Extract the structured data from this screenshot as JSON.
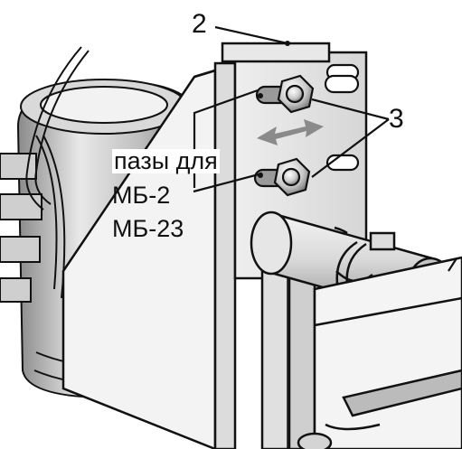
{
  "figure": {
    "label_2": "2",
    "label_3": "3",
    "slots_label_line1": "пазы для",
    "slots_label_line2": "МБ-2",
    "slots_label_line3": "МБ-23"
  },
  "colors": {
    "line": "#111111",
    "metal_light": "#f2f2f2",
    "metal_mid": "#c8c8c8",
    "metal_dark": "#777777",
    "arrow": "#8a8a8a"
  }
}
